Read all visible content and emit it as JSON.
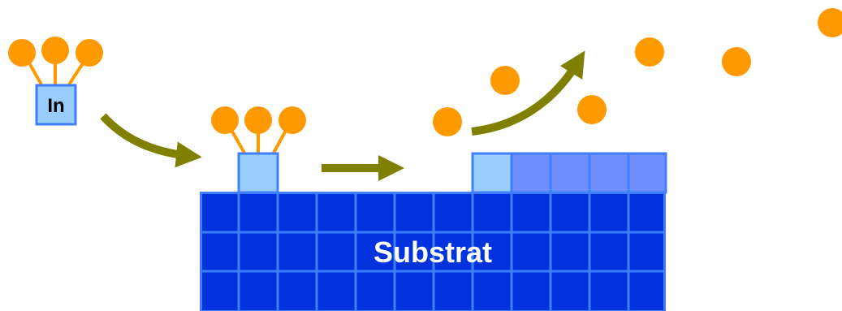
{
  "labels": {
    "precursor_atom": "In",
    "substrate": "Substrat"
  },
  "colors": {
    "ligand": "#ff9900",
    "arrow": "#808000",
    "substrate_fill": "#0033dd",
    "substrate_grid": "#3f7fff",
    "adatom_fill": "#99ccff",
    "adatom_stroke": "#3f7fff",
    "film_fill": "#6f8fff",
    "precursor_fill": "#99ccff"
  },
  "icons": {
    "arrow": "curved-arrow"
  }
}
